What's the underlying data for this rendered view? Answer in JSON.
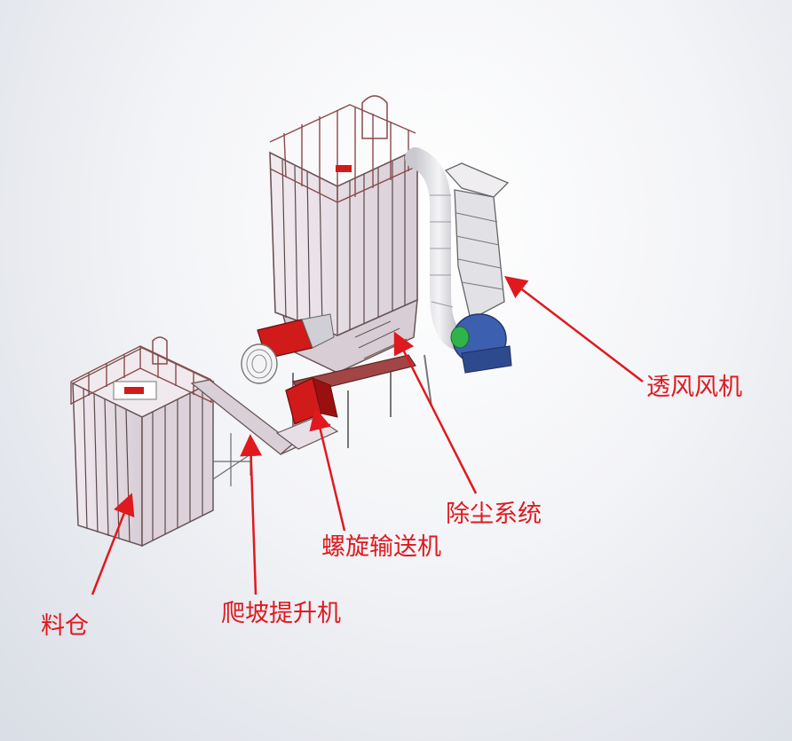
{
  "labels": {
    "fan": "透风风机",
    "dust": "除尘系统",
    "screw": "螺旋输送机",
    "lift": "爬坡提升机",
    "bin": "料仓"
  },
  "colors": {
    "label": "#e0191f",
    "arrow": "#e0191f",
    "frame": "#8a6f6f",
    "panel": "#e7dfe6",
    "motor": "#d11a1a",
    "fan_body": "#3d5fb0"
  }
}
